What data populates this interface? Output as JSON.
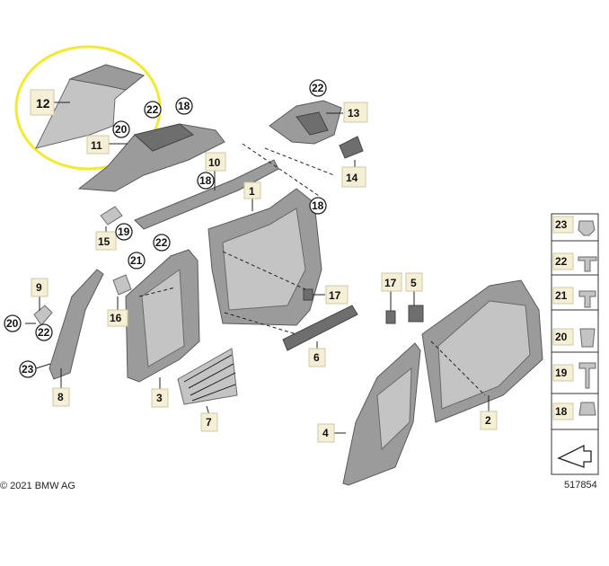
{
  "copyright": "© 2021 BMW AG",
  "diagram_id": "517854",
  "highlighted_part": "12",
  "labels": {
    "p1": "1",
    "p2": "2",
    "p3": "3",
    "p4": "4",
    "p5": "5",
    "p6": "6",
    "p7": "7",
    "p8": "8",
    "p9": "9",
    "p10": "10",
    "p11": "11",
    "p12": "12",
    "p13": "13",
    "p14": "14",
    "p15": "15",
    "p16": "16",
    "p17": "17",
    "c18a": "18",
    "c18b": "18",
    "c18c": "18",
    "c19": "19",
    "c20a": "20",
    "c20b": "20",
    "c21": "21",
    "c22a": "22",
    "c22b": "22",
    "c22c": "22",
    "c23": "23"
  },
  "legend": [
    {
      "label": "23"
    },
    {
      "label": "22"
    },
    {
      "label": "21"
    },
    {
      "label": "20"
    },
    {
      "label": "19"
    },
    {
      "label": "18"
    }
  ],
  "colors": {
    "highlight_ring": "#f2ea2e",
    "badge": "#f4efd5",
    "part_gray": "#9b9b9b"
  }
}
